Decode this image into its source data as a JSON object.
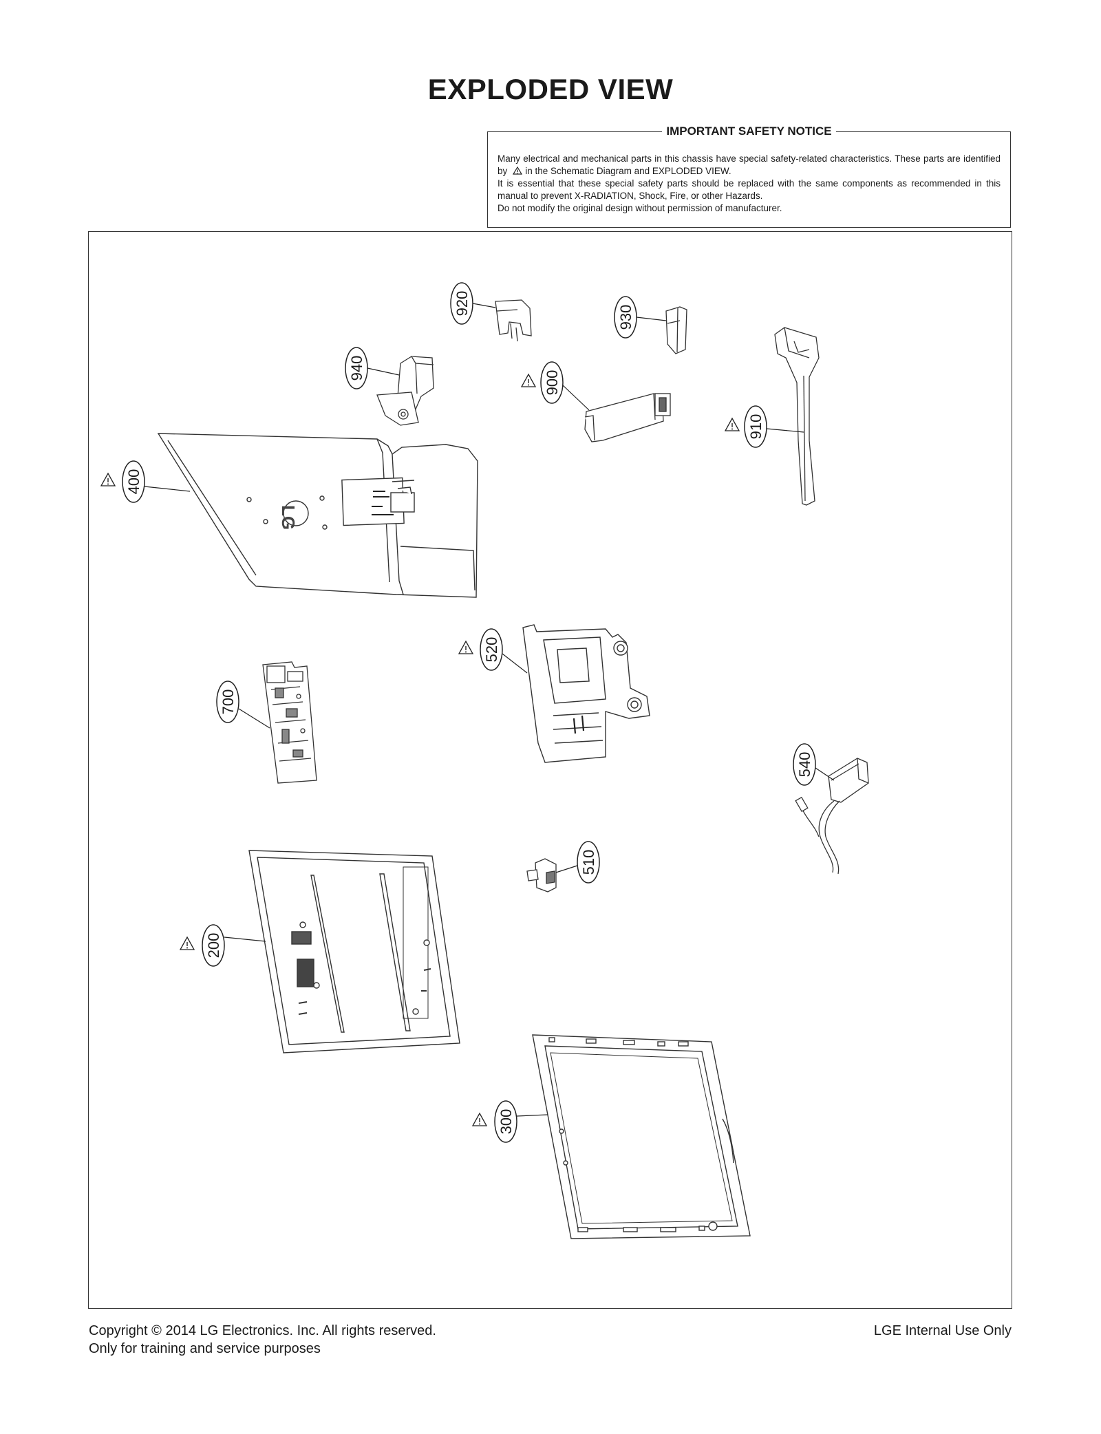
{
  "header": {
    "title": "EXPLODED VIEW"
  },
  "notice": {
    "title": "IMPORTANT SAFETY NOTICE",
    "line1_start": "Many electrical and mechanical parts in this chassis have special safety-related characteristics. These parts are identified by",
    "line1_end": "in the Schematic Diagram and EXPLODED VIEW.",
    "line2": "It is essential that these special safety parts should be replaced with the same components as recommended in this manual to prevent X-RADIATION, Shock, Fire, or other Hazards.",
    "line3": "Do not modify the original design without permission of manufacturer."
  },
  "parts": {
    "p920": "920",
    "p930": "930",
    "p940": "940",
    "p900": "900",
    "p910": "910",
    "p400": "400",
    "p520": "520",
    "p700": "700",
    "p540": "540",
    "p510": "510",
    "p200": "200",
    "p300": "300"
  },
  "logo_text": "LG",
  "footer": {
    "copyright": "Copyright  © 2014  LG Electronics. Inc. All rights reserved.",
    "purpose": "Only for training and service purposes",
    "internal": "LGE Internal Use Only"
  }
}
